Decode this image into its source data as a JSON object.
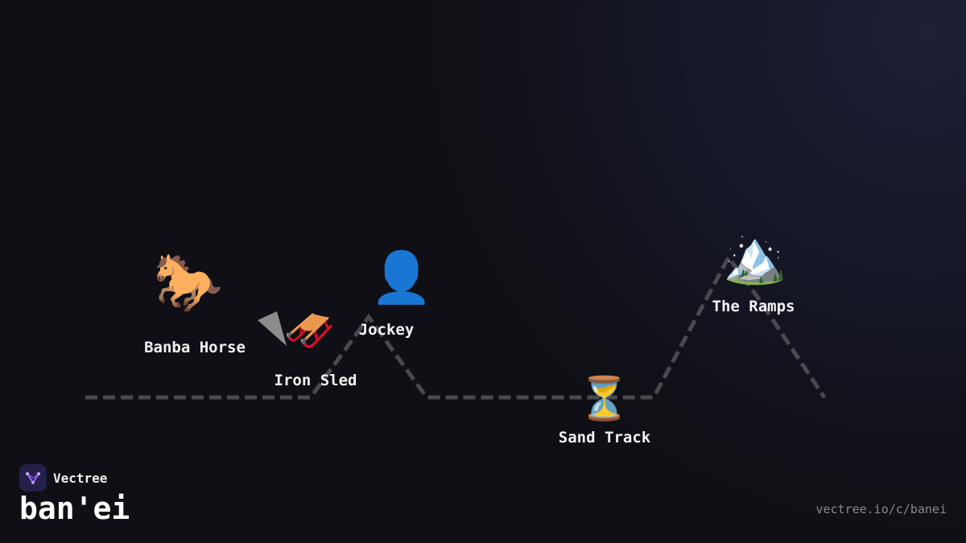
{
  "nodes": {
    "banba_horse": {
      "label": "Banba Horse",
      "icon": "horse-icon",
      "glyph": "🐎"
    },
    "iron_sled": {
      "label": "Iron Sled",
      "icon": "sled-icon",
      "glyph": "🛷"
    },
    "jockey": {
      "label": "Jockey",
      "icon": "person-silhouette-icon",
      "glyph": "👤"
    },
    "sand_track": {
      "label": "Sand Track",
      "icon": "hourglass-icon",
      "glyph": "⏳"
    },
    "the_ramps": {
      "label": "The Ramps",
      "icon": "mountain-icon",
      "glyph": "🏔️"
    }
  },
  "brand": {
    "name": "Vectree",
    "icon": "vectree-logo-icon"
  },
  "title": "ban'ei",
  "url": "vectree.io/c/banei",
  "colors": {
    "background": "#0f0f15",
    "track_line": "#4a4a4e",
    "label": "#f2f2f2",
    "url": "#8a8a92",
    "logo_bg": "#24204a",
    "logo_accent": "#9d6bff"
  }
}
